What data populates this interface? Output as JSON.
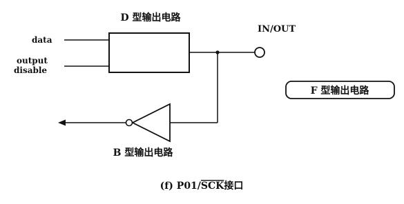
{
  "diagram": {
    "d_circuit_label": "D 型输出电路",
    "b_circuit_label": "B 型输出电路",
    "f_circuit_label": "F 型输出电路",
    "input_data": "data",
    "input_output_disable_line1": "output",
    "input_output_disable_line2": "disable",
    "pin_label": "IN/OUT",
    "caption_prefix": "(f) P01/",
    "caption_overlined": "SCK",
    "caption_suffix": "接口"
  },
  "colors": {
    "ink": "#111111",
    "background": "#ffffff"
  }
}
